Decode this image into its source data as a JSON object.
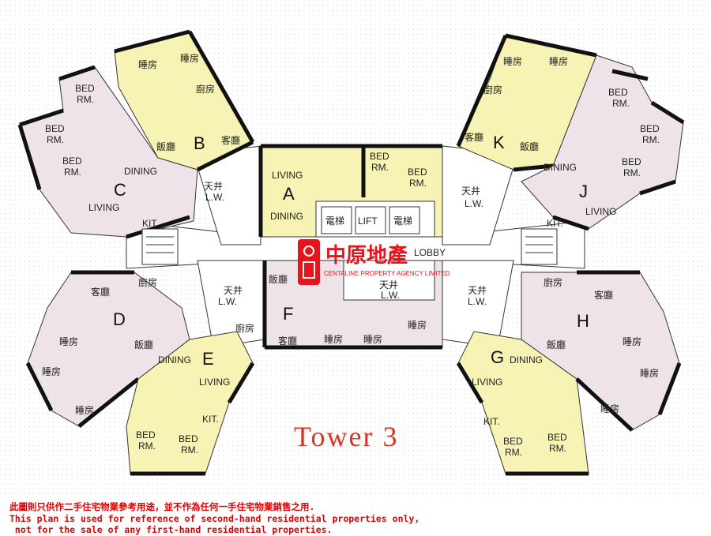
{
  "title": "Tower 3",
  "logo": {
    "chinese": "中原地產",
    "english": "CENTALINE PROPERTY AGENCY LIMITED"
  },
  "disclaimer": {
    "chinese": "此圖則只供作二手住宅物業參考用途，並不作為任何一手住宅物業銷售之用.",
    "english_line1": "This plan is used for reference of second-hand residential properties only,",
    "english_line2": " not for the sale of any first-hand residential properties."
  },
  "units": {
    "A": "A",
    "B": "B",
    "C": "C",
    "D": "D",
    "E": "E",
    "F": "F",
    "G": "G",
    "H": "H",
    "J": "J",
    "K": "K"
  },
  "rooms": {
    "living": "LIVING",
    "dining": "DINING",
    "bed_rm": "BED",
    "rm": "RM.",
    "kit": "KIT.",
    "lw": "L.W.",
    "lw_cn": "天井",
    "lift": "LIFT",
    "lift_cn": "電梯",
    "lobby": "LOBBY",
    "bedroom_cn": "睡房",
    "living_cn": "客廳",
    "dining_cn": "飯廳",
    "kitchen_cn": "廚房"
  },
  "colors": {
    "yellow_unit": "#f6f3b4",
    "pink_unit": "#efe3ea",
    "title_red": "#e03020",
    "disclaimer_red": "#e00000"
  }
}
